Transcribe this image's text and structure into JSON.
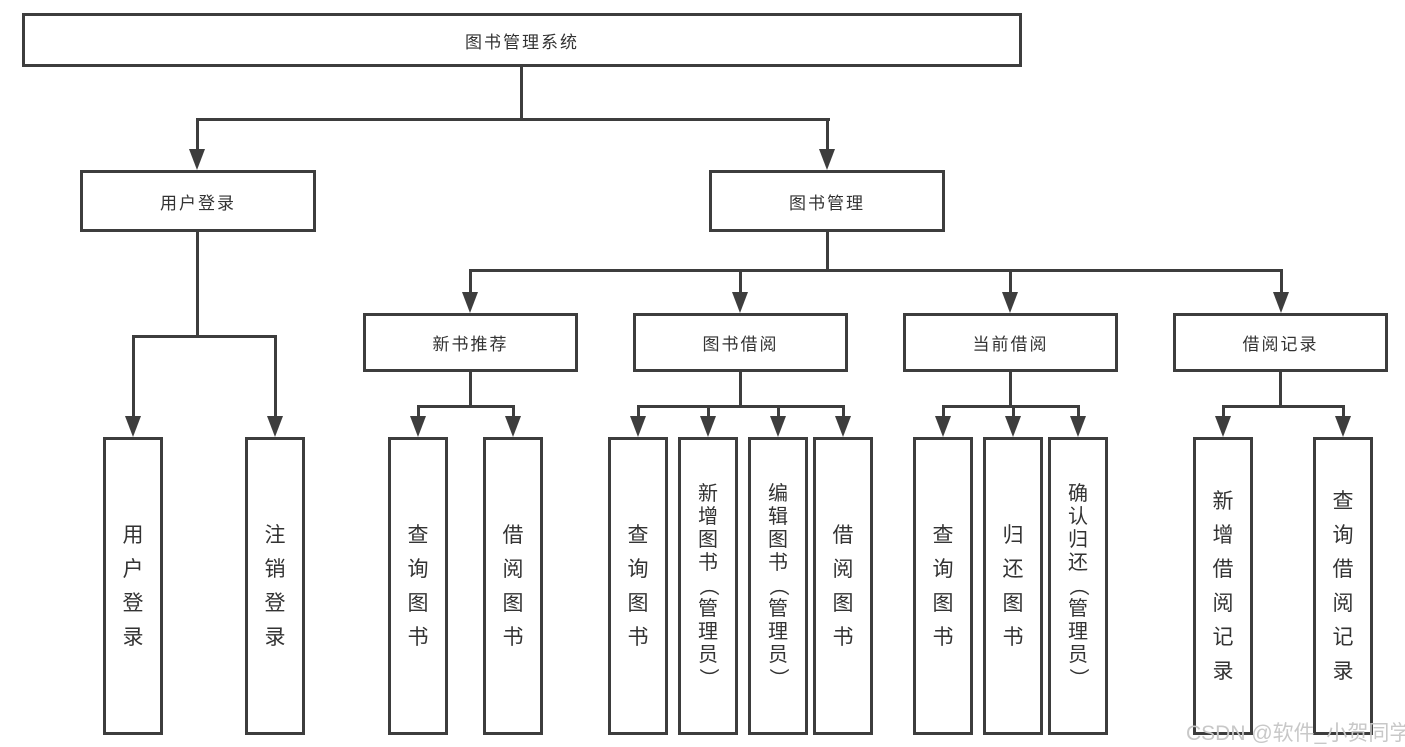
{
  "colors": {
    "line": "#3d3d3d",
    "text": "#333333",
    "box_bg": "#ffffff",
    "watermark": "#c8c8c8"
  },
  "watermark": {
    "text": "CSDN @软件_小贺同学"
  },
  "tree": {
    "root": {
      "label": "图书管理系统"
    },
    "level2": [
      {
        "label": "用户登录"
      },
      {
        "label": "图书管理"
      }
    ],
    "level3": [
      {
        "label": "新书推荐",
        "parent": "图书管理"
      },
      {
        "label": "图书借阅",
        "parent": "图书管理"
      },
      {
        "label": "当前借阅",
        "parent": "图书管理"
      },
      {
        "label": "借阅记录",
        "parent": "图书管理"
      }
    ],
    "leaves": [
      {
        "label": "用户登录",
        "parent": "用户登录"
      },
      {
        "label": "注销登录",
        "parent": "用户登录"
      },
      {
        "label": "查询图书",
        "parent": "新书推荐"
      },
      {
        "label": "借阅图书",
        "parent": "新书推荐"
      },
      {
        "label": "查询图书",
        "parent": "图书借阅"
      },
      {
        "label": "新增图书（管理员）",
        "parent": "图书借阅"
      },
      {
        "label": "编辑图书（管理员）",
        "parent": "图书借阅"
      },
      {
        "label": "借阅图书",
        "parent": "图书借阅"
      },
      {
        "label": "查询图书",
        "parent": "当前借阅"
      },
      {
        "label": "归还图书",
        "parent": "当前借阅"
      },
      {
        "label": "确认归还（管理员）",
        "parent": "当前借阅"
      },
      {
        "label": "新增借阅记录",
        "parent": "借阅记录"
      },
      {
        "label": "查询借阅记录",
        "parent": "借阅记录"
      }
    ]
  }
}
